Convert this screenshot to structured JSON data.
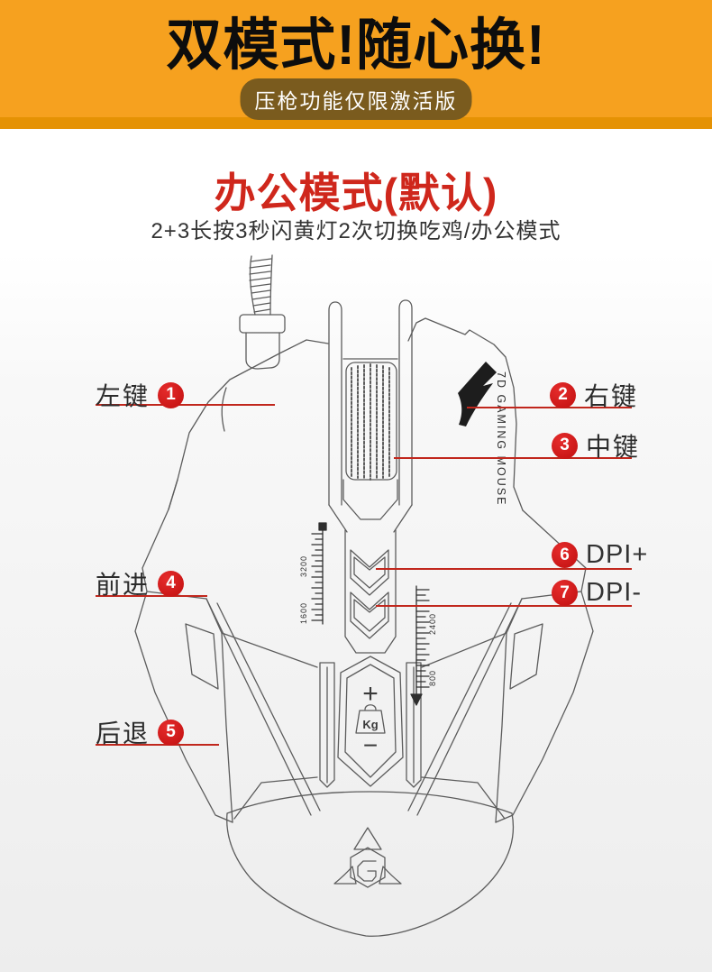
{
  "banner": {
    "title": "双模式!随心换!",
    "badge": "压枪功能仅限激活版"
  },
  "section": {
    "title": "办公模式(默认)",
    "subtitle": "2+3长按3秒闪黄灯2次切换吃鸡/办公模式"
  },
  "callouts": [
    {
      "num": "1",
      "text": "左键",
      "side": "left"
    },
    {
      "num": "2",
      "text": "右键",
      "side": "right"
    },
    {
      "num": "3",
      "text": "中键",
      "side": "right"
    },
    {
      "num": "4",
      "text": "前进",
      "side": "left"
    },
    {
      "num": "5",
      "text": "后退",
      "side": "left"
    },
    {
      "num": "6",
      "text": "DPI+",
      "side": "right"
    },
    {
      "num": "7",
      "text": "DPI-",
      "side": "right"
    }
  ],
  "mouse": {
    "brand_text": "7D GAMING MOUSE",
    "weight_plus": "+",
    "weight_unit": "Kg",
    "weight_minus": "−",
    "dpi_scale_left": [
      "3200",
      "1600"
    ],
    "dpi_scale_right": [
      "2400",
      "800"
    ]
  },
  "colors": {
    "banner_orange": "#f6a11f",
    "banner_strip": "#e59204",
    "badge_brown": "#7a5b1e",
    "title_red": "#cf271c",
    "callout_red": "#c1271d",
    "circle_red": "#d01414",
    "line_art_gray": "#5c5c5c"
  }
}
